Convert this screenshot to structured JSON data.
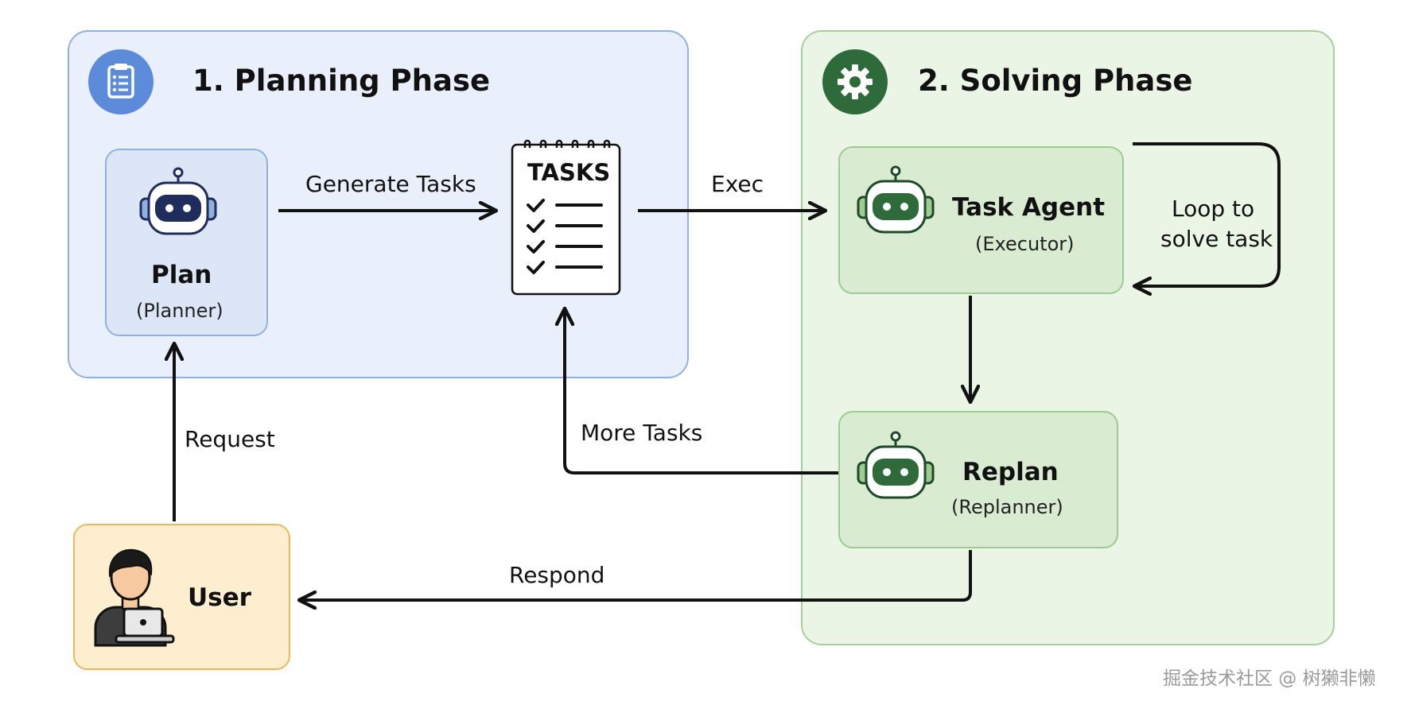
{
  "planning_phase": {
    "title": "1. Planning Phase",
    "icon": "clipboard-icon"
  },
  "solving_phase": {
    "title": "2. Solving Phase",
    "icon": "gear-icon"
  },
  "plan": {
    "title": "Plan",
    "subtitle": "(Planner)",
    "icon": "robot-icon"
  },
  "tasks": {
    "title": "TASKS",
    "icon": "checklist-icon"
  },
  "task_agent": {
    "title": "Task Agent",
    "subtitle": "(Executor)",
    "icon": "robot-icon"
  },
  "replan": {
    "title": "Replan",
    "subtitle": "(Replanner)",
    "icon": "robot-icon"
  },
  "user": {
    "title": "User",
    "icon": "person-laptop-icon"
  },
  "edges": {
    "generate_tasks": "Generate Tasks",
    "exec": "Exec",
    "loop_line1": "Loop to",
    "loop_line2": "solve task",
    "request": "Request",
    "more_tasks": "More Tasks",
    "respond": "Respond"
  },
  "watermark": "掘金技术社区 @ 树獭非懒",
  "colors": {
    "planning_accent": "#5b8bd9",
    "solving_accent": "#2f6b3a",
    "user_accent": "#e9b85a"
  }
}
